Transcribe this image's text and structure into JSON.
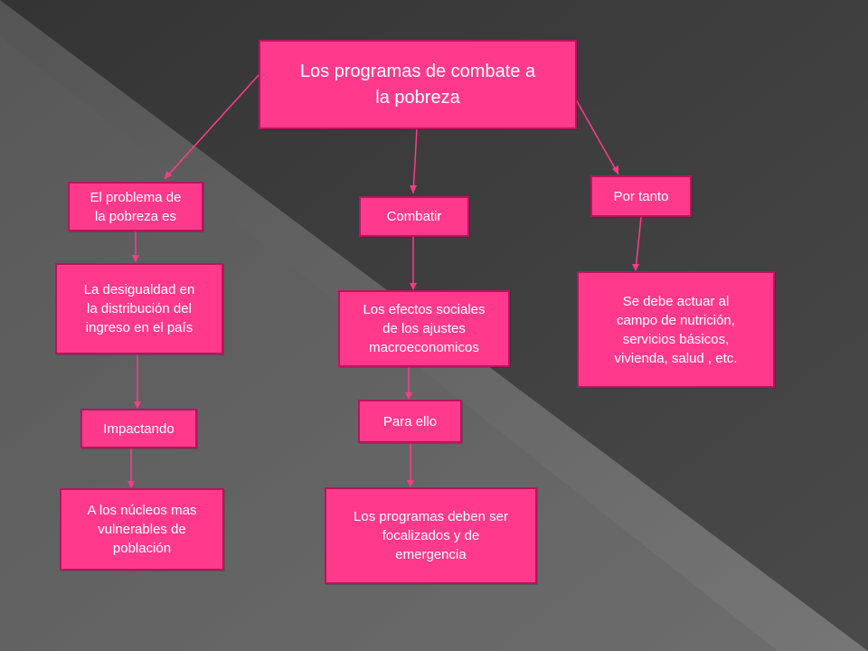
{
  "colors": {
    "node_fill": "#ff3a8c",
    "node_border": "#b8155e",
    "node_text": "#ffffff",
    "connector": "#ff3a8c",
    "background_dark": "#3d3d3d",
    "background_light": "#8a8a8a"
  },
  "diagram": {
    "root": "Los programas de combate a\nla pobreza",
    "left": {
      "label": "El problema de\nla pobreza es",
      "detail": "La desigualdad en\nla distribución del\ningreso en el país",
      "connector": "Impactando",
      "result": "A los núcleos mas\nvulnerables de\npoblación"
    },
    "center": {
      "label": "Combatir",
      "detail": "Los efectos sociales\nde los ajustes\nmacroeconomicos",
      "connector": "Para ello",
      "result": "Los programas deben ser\nfocalizados y de\nemergencia"
    },
    "right": {
      "label": "Por tanto",
      "detail": "Se debe actuar al\ncampo de nutrición,\nservicios básicos,\nvivienda, salud , etc."
    }
  }
}
